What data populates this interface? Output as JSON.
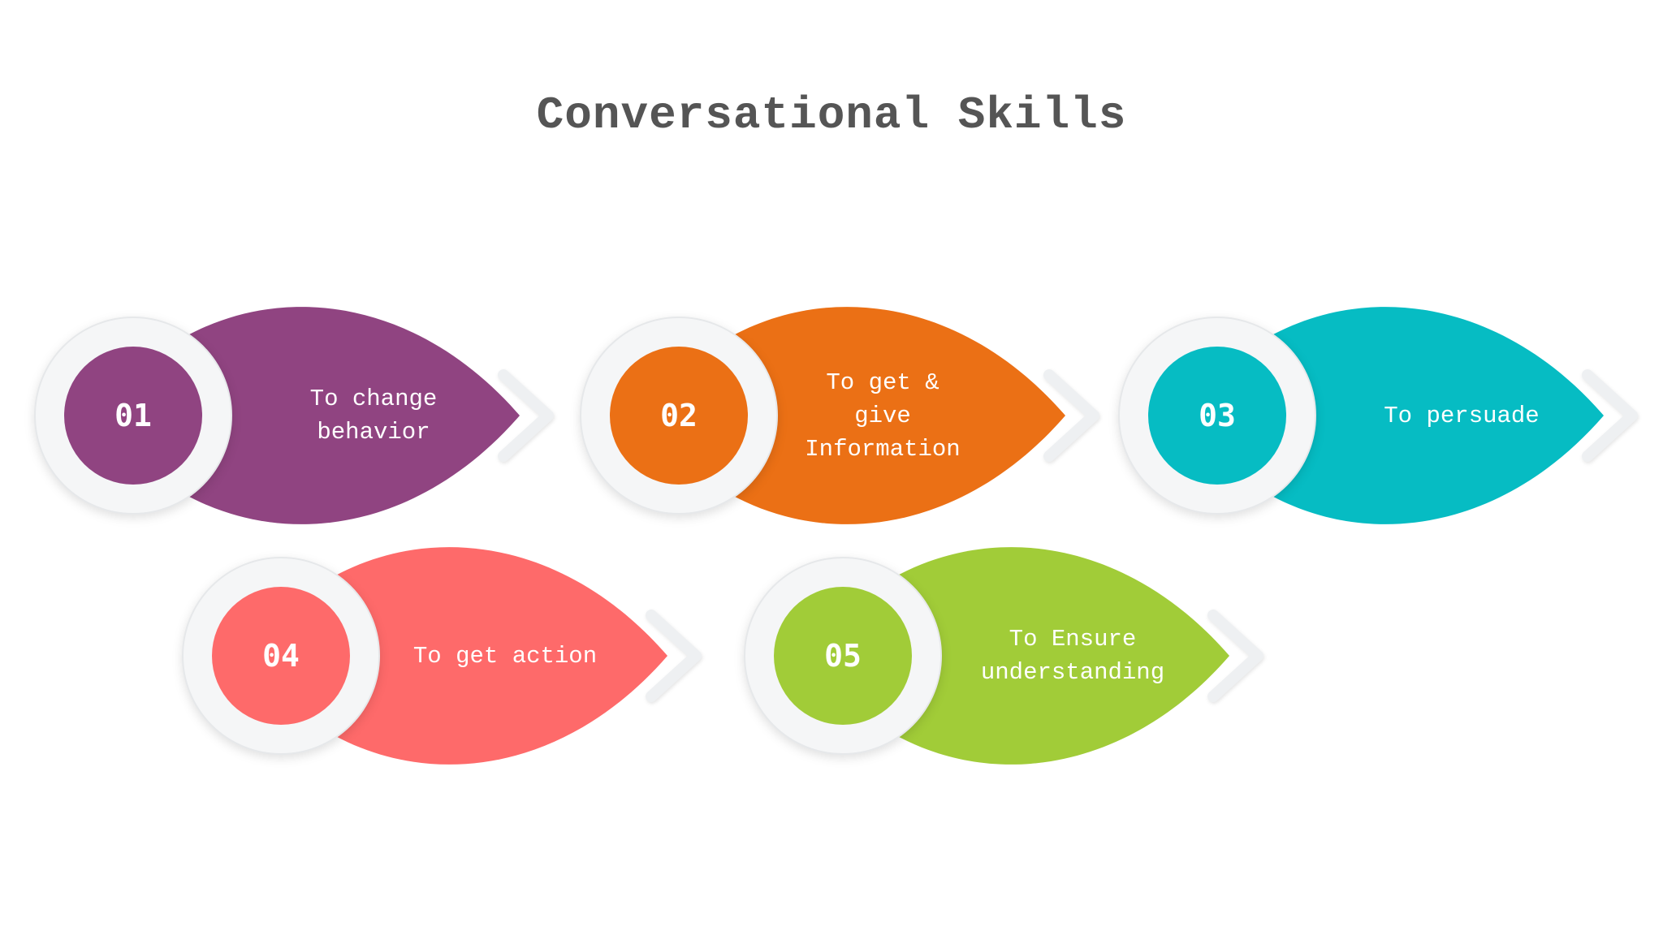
{
  "title": "Conversational Skills",
  "colors": {
    "title": "#555555",
    "ring": "#f5f6f7",
    "chevron": "#eef0f2"
  },
  "steps": [
    {
      "number": "01",
      "label": "To change behavior",
      "color": "#904481"
    },
    {
      "number": "02",
      "label": "To get & give Information",
      "color": "#eb7015"
    },
    {
      "number": "03",
      "label": "To persuade",
      "color": "#06bcc3"
    },
    {
      "number": "04",
      "label": "To get action",
      "color": "#fe6a6a"
    },
    {
      "number": "05",
      "label": "To Ensure understanding",
      "color": "#a1cc38"
    }
  ]
}
